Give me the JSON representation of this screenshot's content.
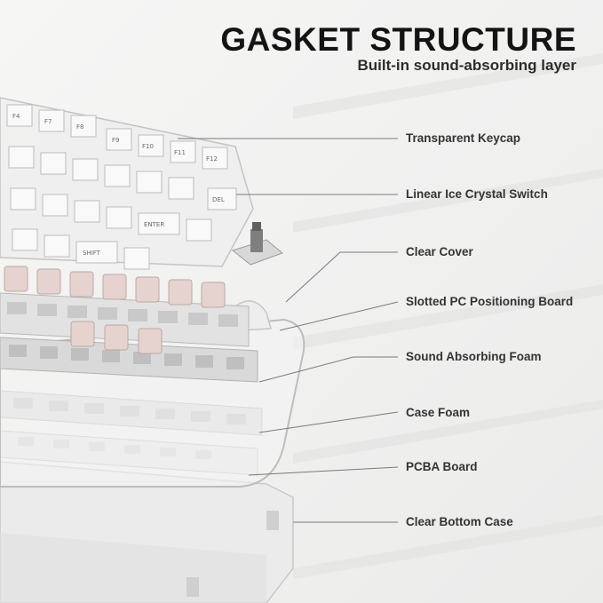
{
  "header": {
    "title": "GASKET STRUCTURE",
    "subtitle": "Built-in sound-absorbing layer"
  },
  "layers": [
    {
      "label": "Transparent Keycap"
    },
    {
      "label": "Linear Ice Crystal Switch"
    },
    {
      "label": "Clear Cover"
    },
    {
      "label": "Slotted PC Positioning Board"
    },
    {
      "label": "Sound Absorbing Foam"
    },
    {
      "label": "Case Foam"
    },
    {
      "label": "PCBA Board"
    },
    {
      "label": "Clear Bottom Case"
    }
  ],
  "keycap_legends": [
    "F4",
    "F7",
    "F8",
    "F9",
    "F10",
    "F11",
    "F12",
    "DEL",
    "ENTER",
    "SHIFT"
  ],
  "colors": {
    "background": "#f2f2f1",
    "title": "#141414",
    "label": "#333333",
    "leader_line": "#7a7a7a",
    "switch_pink": "#e6d2cf"
  }
}
